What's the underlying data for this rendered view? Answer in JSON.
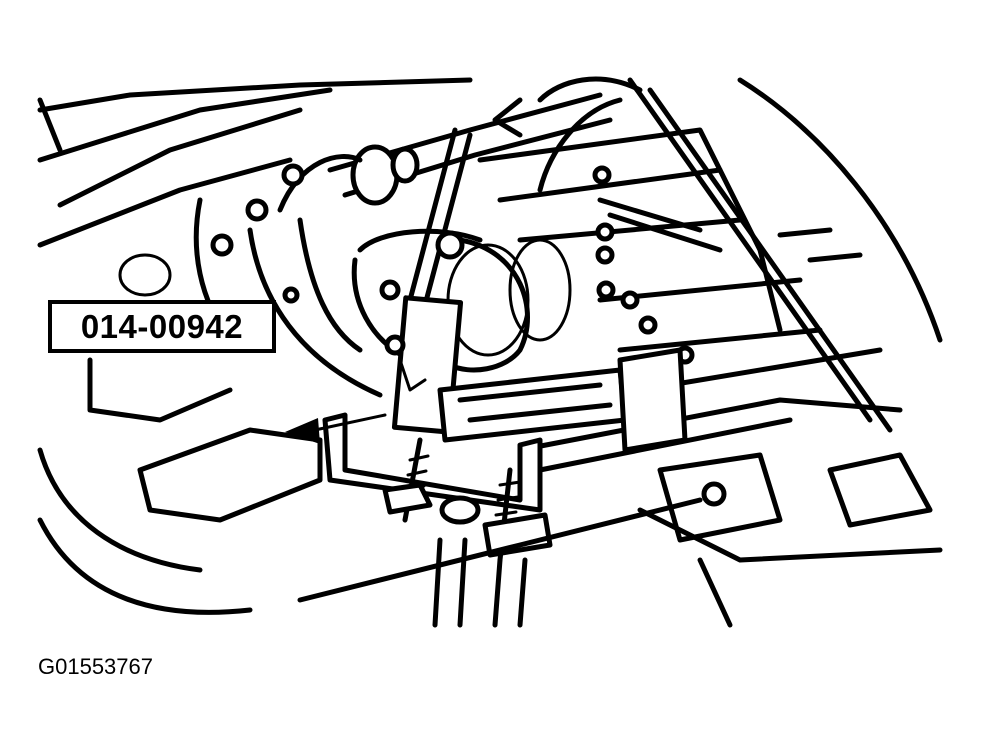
{
  "callout": {
    "label": "014-00942",
    "points_to": "transmission-jack-adapter"
  },
  "figure": {
    "id": "G01553767"
  },
  "colors": {
    "line": "#000000",
    "background": "#ffffff"
  }
}
